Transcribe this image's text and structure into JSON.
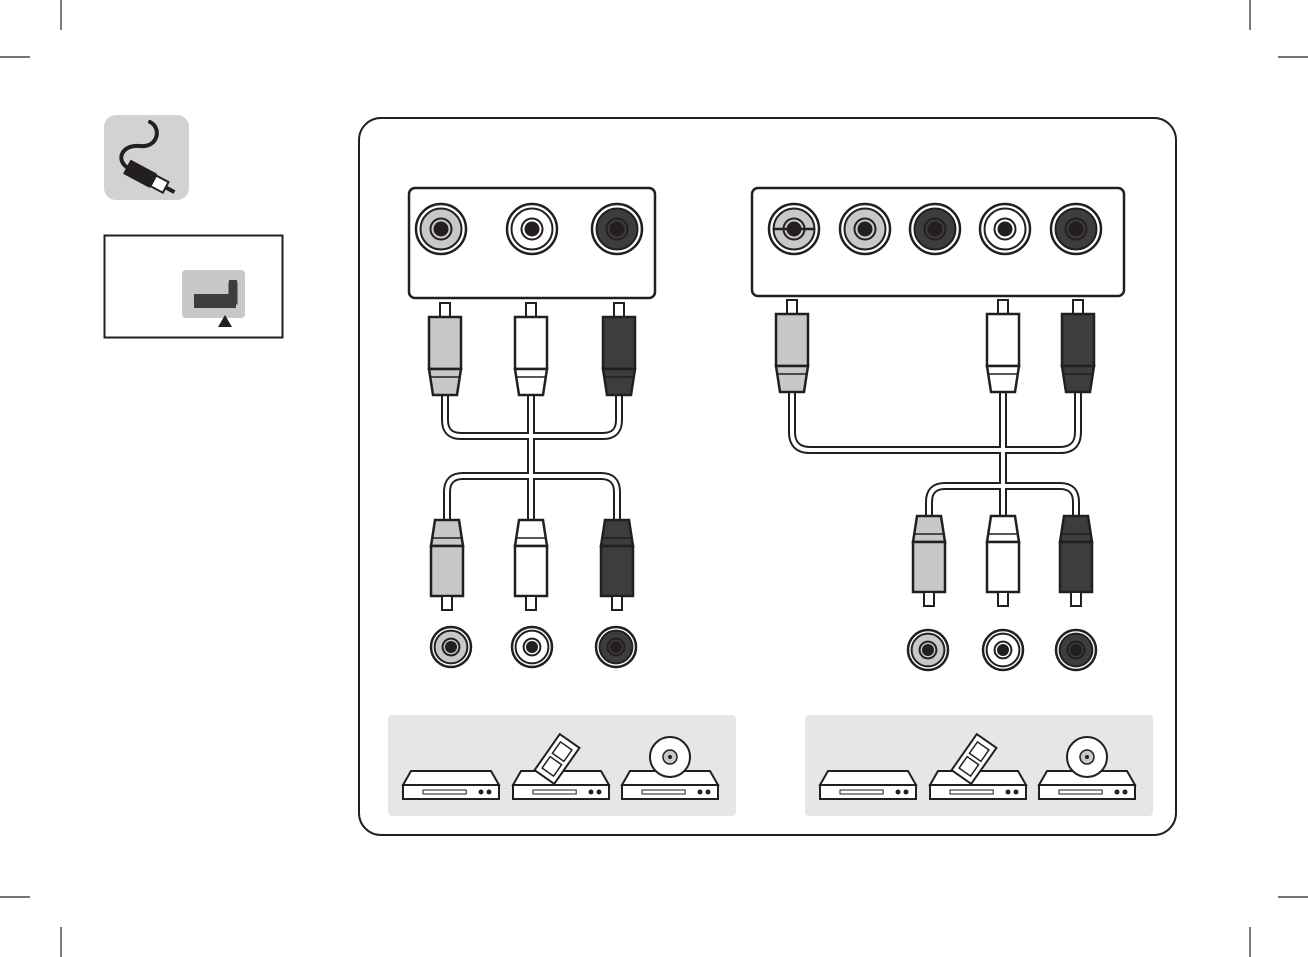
{
  "colors": {
    "light_gray": "#c8c8c8",
    "white": "#ffffff",
    "dark": "#3d3d3d",
    "panel_bg": "#e6e6e6",
    "icon_bg": "#d2d2d2",
    "outline": "#231f20"
  },
  "icons": {
    "cable_badge": "rca-cable-icon",
    "input_switch": "input-selector-icon",
    "devices": [
      "dvd-player-icon",
      "set-top-box-icon",
      "disc-player-icon"
    ]
  },
  "left_group": {
    "tv_jacks": [
      "light_gray",
      "white",
      "dark"
    ],
    "upper_plugs": [
      "light_gray",
      "white",
      "dark"
    ],
    "lower_plugs": [
      "light_gray",
      "white",
      "dark"
    ],
    "device_jacks": [
      "light_gray",
      "white",
      "dark"
    ]
  },
  "right_group": {
    "tv_jacks": [
      "light_gray_split",
      "light_gray",
      "dark",
      "white",
      "dark"
    ],
    "upper_plugs": [
      "light_gray",
      "white",
      "dark"
    ],
    "lower_plugs": [
      "light_gray",
      "white",
      "dark"
    ],
    "device_jacks": [
      "light_gray",
      "white",
      "dark"
    ]
  }
}
